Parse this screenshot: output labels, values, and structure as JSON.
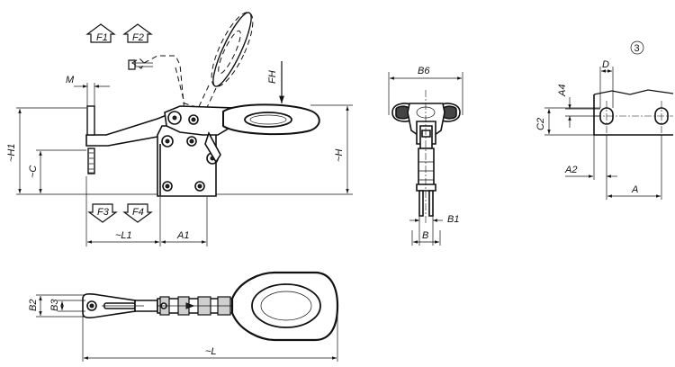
{
  "force_labels": [
    "F1",
    "F2",
    "F3",
    "F4"
  ],
  "hand_force_label": "FH",
  "dims": {
    "M": "M",
    "H1": "~H1",
    "C": "~C",
    "H": "~H",
    "L1": "~L1",
    "A1": "A1",
    "B6": "B6",
    "B1": "B1",
    "B": "B",
    "D": "D",
    "A4": "A4",
    "C2": "C2",
    "A2": "A2",
    "A": "A",
    "B2": "B2",
    "B3": "B3",
    "L": "~L"
  },
  "detail_marker": "3"
}
